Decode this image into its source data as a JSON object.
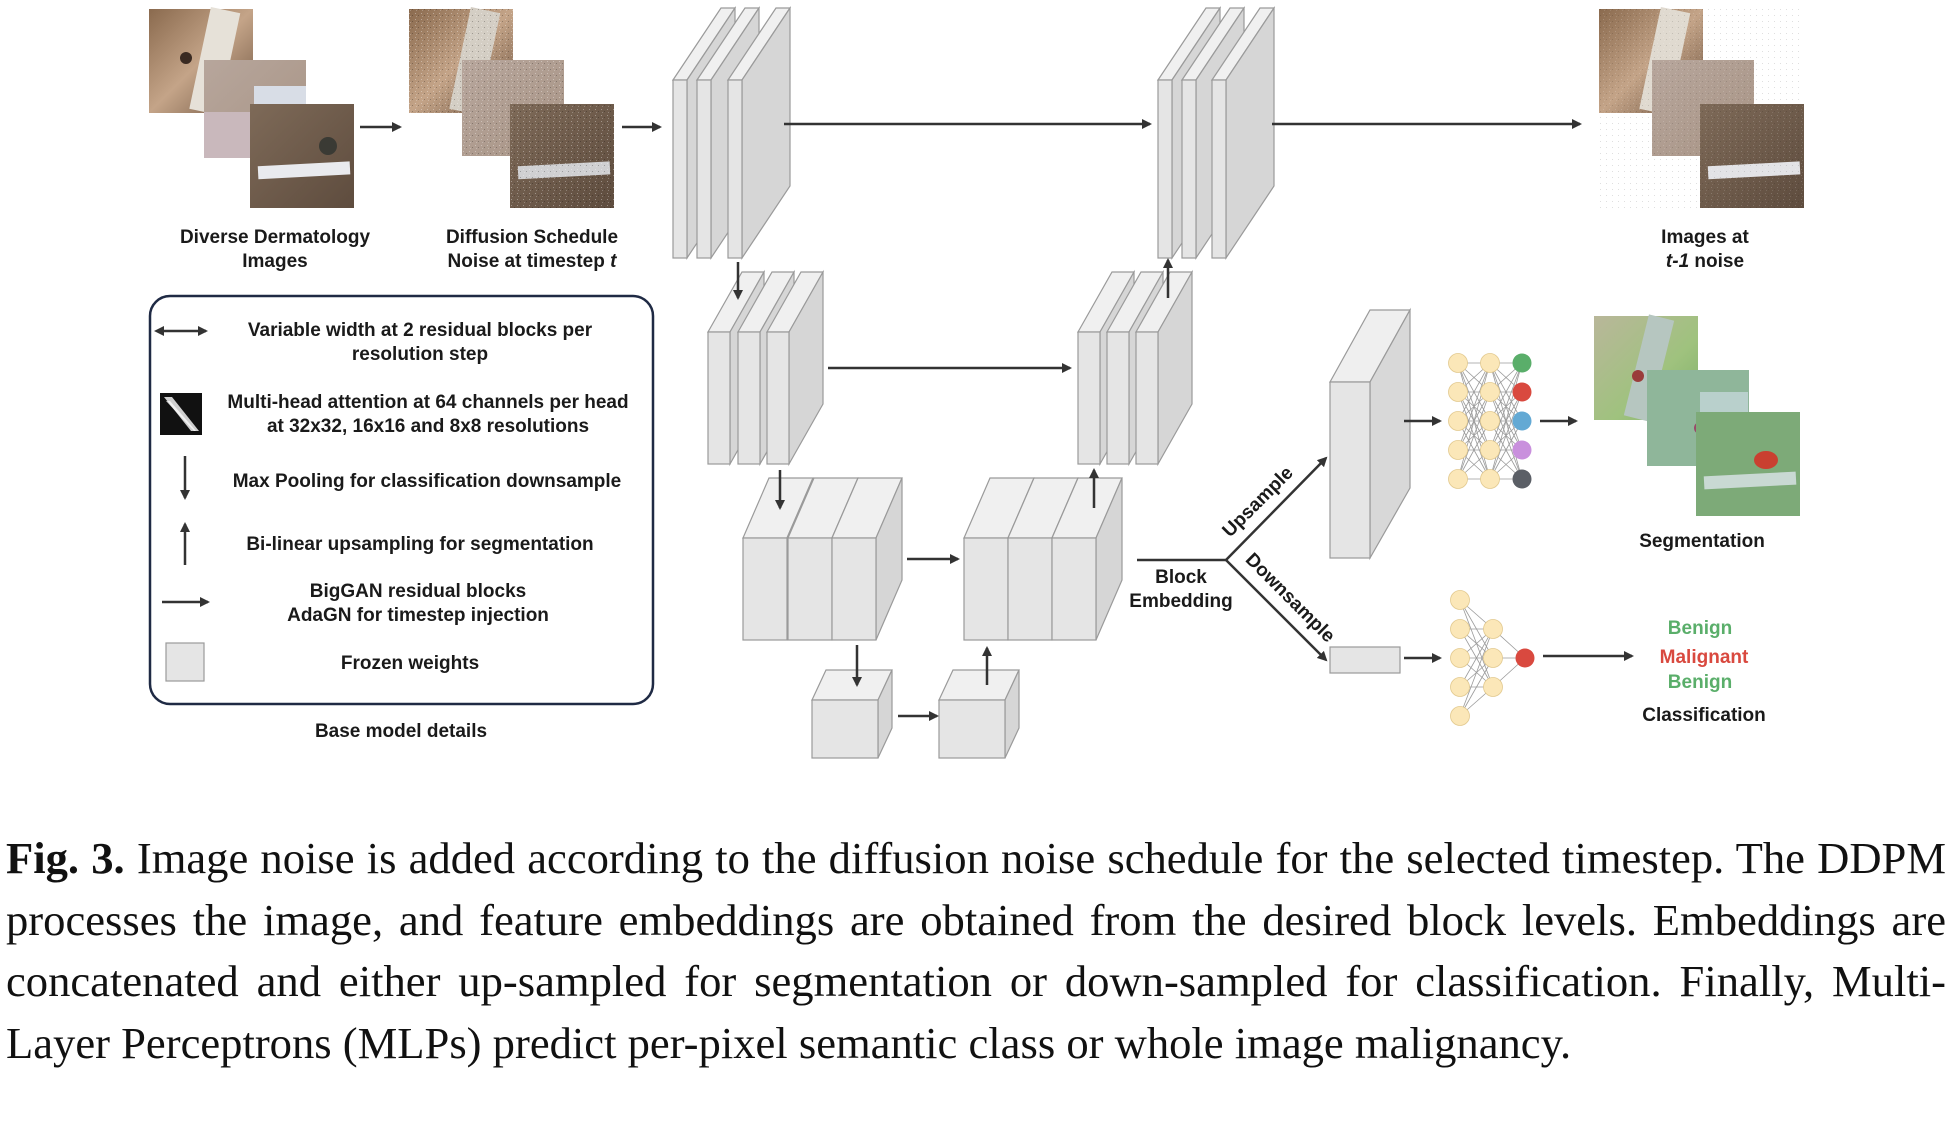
{
  "inputs": {
    "label_line1": "Diverse Dermatology",
    "label_line2": "Images"
  },
  "noised": {
    "label_line1": "Diffusion Schedule",
    "label_line2_prefix": "Noise at timestep ",
    "label_line2_var": "t"
  },
  "output": {
    "label_line1": "Images at",
    "label_line2_var": "t-1",
    "label_line2_suffix": " noise"
  },
  "legend": {
    "items": [
      {
        "line1": "Variable width at 2 residual blocks per",
        "line2": "resolution step"
      },
      {
        "line1": "Multi-head attention at 64 channels per head",
        "line2": "at 32x32, 16x16 and 8x8 resolutions"
      },
      {
        "line1": "Max Pooling for classification downsample"
      },
      {
        "line1": "Bi-linear upsampling for segmentation"
      },
      {
        "line1": "BigGAN residual blocks",
        "line2": "AdaGN for timestep injection"
      },
      {
        "line1": "Frozen weights"
      }
    ],
    "caption": "Base model details"
  },
  "embedding": {
    "line1": "Block",
    "line2": "Embedding",
    "upsample": "Upsample",
    "downsample": "Downsample"
  },
  "segmentation": {
    "label": "Segmentation"
  },
  "classification": {
    "results": [
      "Benign",
      "Malignant",
      "Benign"
    ],
    "label": "Classification"
  },
  "colors": {
    "block_fill": "#e5e5e5",
    "block_edge": "#9a9a9a",
    "neuron": "#fbe7b8",
    "class_green": "#5aae6a",
    "class_red": "#d9493f",
    "class_blue": "#63a9d4",
    "class_purple": "#c990dd",
    "class_gray": "#5b5f66"
  },
  "caption": {
    "lead": "Fig. 3.",
    "text": " Image noise is added according to the diffusion noise schedule for the selected timestep. The DDPM processes the image, and feature embeddings are obtained from the desired block levels. Embeddings are concatenated and either up-sampled for segmentation or down-sampled for classification. Finally, Multi-Layer Perceptrons (MLPs) predict per-pixel semantic class or whole image malignancy."
  }
}
